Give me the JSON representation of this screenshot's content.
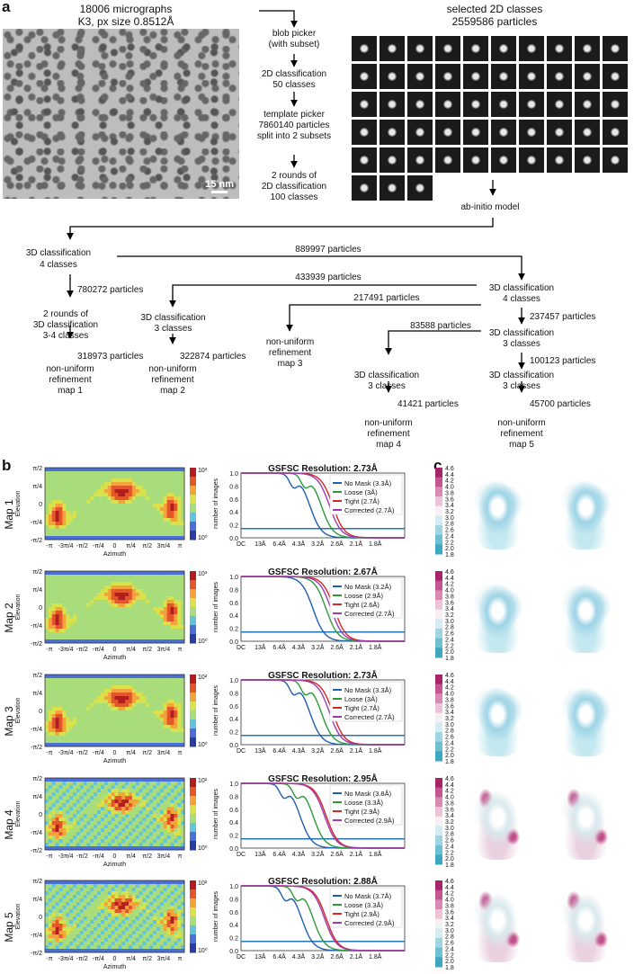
{
  "panel_letters": {
    "a": "a",
    "b": "b",
    "c": "c"
  },
  "panel_a": {
    "micrograph": {
      "title_line1": "18006 micrographs",
      "title_line2": "K3, px size 0.8512Å",
      "scalebar": "15 nm"
    },
    "classes_panel": {
      "title_line1": "selected 2D classes",
      "title_line2": "2559586 particles"
    },
    "workflow": [
      {
        "id": "blob1",
        "text": "blob picker"
      },
      {
        "id": "blob2",
        "text": "(with subset)"
      },
      {
        "id": "c2d1",
        "text": "2D classification"
      },
      {
        "id": "c2d2",
        "text": "50 classes"
      },
      {
        "id": "tp1",
        "text": "template picker"
      },
      {
        "id": "tp2",
        "text": "7860140 particles"
      },
      {
        "id": "tp3",
        "text": "split into 2 subsets"
      },
      {
        "id": "r1",
        "text": "2 rounds of"
      },
      {
        "id": "r2",
        "text": "2D classification"
      },
      {
        "id": "r3",
        "text": "100 classes"
      },
      {
        "id": "abinit",
        "text": "ab-initio model"
      },
      {
        "id": "c3d_1",
        "text": "3D classification"
      },
      {
        "id": "c3d_2",
        "text": "4 classes"
      },
      {
        "id": "p889997",
        "text": "889997 particles"
      },
      {
        "id": "p433939",
        "text": "433939 particles"
      },
      {
        "id": "p780272",
        "text": "780272 particles"
      },
      {
        "id": "rr1",
        "text": "2 rounds of"
      },
      {
        "id": "rr2",
        "text": "3D classification"
      },
      {
        "id": "rr3",
        "text": "3-4 classes"
      },
      {
        "id": "c3b1",
        "text": "3D classification"
      },
      {
        "id": "c3b2",
        "text": "3 classes"
      },
      {
        "id": "p217491",
        "text": "217491 particles"
      },
      {
        "id": "c3r1",
        "text": "3D classification"
      },
      {
        "id": "c3r2",
        "text": "4 classes"
      },
      {
        "id": "p237457",
        "text": "237457 particles"
      },
      {
        "id": "nu3a",
        "text": "non-uniform"
      },
      {
        "id": "nu3b",
        "text": "refinement"
      },
      {
        "id": "nu3c",
        "text": "map 3"
      },
      {
        "id": "p83588",
        "text": "83588 particles"
      },
      {
        "id": "c3c1",
        "text": "3D classification"
      },
      {
        "id": "c3c2",
        "text": "3 classes"
      },
      {
        "id": "p100123",
        "text": "100123 particles"
      },
      {
        "id": "p318973",
        "text": "318973 particles"
      },
      {
        "id": "p322874",
        "text": "322874 particles"
      },
      {
        "id": "nu1a",
        "text": "non-uniform"
      },
      {
        "id": "nu1b",
        "text": "refinement"
      },
      {
        "id": "nu1c",
        "text": "map 1"
      },
      {
        "id": "nu2a",
        "text": "non-uniform"
      },
      {
        "id": "nu2b",
        "text": "refinement"
      },
      {
        "id": "nu2c",
        "text": "map 2"
      },
      {
        "id": "c3d4a",
        "text": "3D classification"
      },
      {
        "id": "c3d4b",
        "text": "3 classes"
      },
      {
        "id": "c3d5a",
        "text": "3D classification"
      },
      {
        "id": "c3d5b",
        "text": "3 classes"
      },
      {
        "id": "p41421",
        "text": "41421 particles"
      },
      {
        "id": "p45700",
        "text": "45700 particles"
      },
      {
        "id": "nu4a",
        "text": "non-uniform"
      },
      {
        "id": "nu4b",
        "text": "refinement"
      },
      {
        "id": "nu4c",
        "text": "map 4"
      },
      {
        "id": "nu5a",
        "text": "non-uniform"
      },
      {
        "id": "nu5b",
        "text": "refinement"
      },
      {
        "id": "nu5c",
        "text": "map 5"
      }
    ]
  },
  "colorbar_c": {
    "ticks": [
      "4.6",
      "4.4",
      "4.2",
      "4.0",
      "3.8",
      "3.6",
      "3.4",
      "3.2",
      "3.0",
      "2.8",
      "2.6",
      "2.4",
      "2.2",
      "2.0",
      "1.8"
    ]
  },
  "viewing_axes": {
    "xticks": [
      "-π",
      "-3π/4",
      "-π/2",
      "-π/4",
      "0",
      "π/4",
      "π/2",
      "3π/4",
      "π"
    ],
    "yticks": [
      "π/2",
      "π/4",
      "0",
      "-π/4",
      "-π/2"
    ],
    "xlabel": "Azimuth",
    "ylabel": "Elevation",
    "cbar_label": "number of images"
  },
  "fsc_axes": {
    "xticks": [
      "DC",
      "13Å",
      "6.4Å",
      "4.3Å",
      "3.2Å",
      "2.6Å",
      "2.1Å",
      "1.8Å"
    ],
    "yticks": [
      "1.0",
      "0.8",
      "0.6",
      "0.4",
      "0.2",
      "0.0"
    ]
  },
  "chart_data": [
    {
      "type": "line",
      "map": "Map 1",
      "title": "GSFSC Resolution: 2.73Å",
      "cbar_max": "10³",
      "cbar_min": "10⁰",
      "series": [
        {
          "name": "No Mask (3.3Å)",
          "color": "#1f5fb0",
          "half_at": 0.42,
          "dip": true
        },
        {
          "name": "Loose (3Å)",
          "color": "#2e9a3a",
          "half_at": 0.49,
          "dip": true
        },
        {
          "name": "Tight (2.7Å)",
          "color": "#d62728",
          "half_at": 0.56,
          "dip": false
        },
        {
          "name": "Corrected (2.7Å)",
          "color": "#9b3db0",
          "half_at": 0.54,
          "dip": false
        }
      ]
    },
    {
      "type": "line",
      "map": "Map 2",
      "title": "GSFSC Resolution: 2.67Å",
      "cbar_max": "10³",
      "cbar_min": "10⁰",
      "series": [
        {
          "name": "No Mask (3.2Å)",
          "color": "#1f5fb0",
          "half_at": 0.44,
          "dip": false
        },
        {
          "name": "Loose (2.9Å)",
          "color": "#2e9a3a",
          "half_at": 0.52,
          "dip": false
        },
        {
          "name": "Tight (2.6Å)",
          "color": "#d62728",
          "half_at": 0.57,
          "dip": false
        },
        {
          "name": "Corrected (2.7Å)",
          "color": "#9b3db0",
          "half_at": 0.55,
          "dip": false
        }
      ]
    },
    {
      "type": "line",
      "map": "Map 3",
      "title": "GSFSC Resolution: 2.73Å",
      "cbar_max": "10²",
      "cbar_min": "10⁰",
      "series": [
        {
          "name": "No Mask (3.3Å)",
          "color": "#1f5fb0",
          "half_at": 0.42,
          "dip": true
        },
        {
          "name": "Loose (3Å)",
          "color": "#2e9a3a",
          "half_at": 0.49,
          "dip": true
        },
        {
          "name": "Tight (2.7Å)",
          "color": "#d62728",
          "half_at": 0.56,
          "dip": false
        },
        {
          "name": "Corrected (2.7Å)",
          "color": "#9b3db0",
          "half_at": 0.54,
          "dip": false
        }
      ]
    },
    {
      "type": "line",
      "map": "Map 4",
      "title": "GSFSC Resolution: 2.95Å",
      "cbar_max": "10²",
      "cbar_min": "10⁰",
      "series": [
        {
          "name": "No Mask (3.8Å)",
          "color": "#1f5fb0",
          "half_at": 0.36,
          "dip": true
        },
        {
          "name": "Loose (3.3Å)",
          "color": "#2e9a3a",
          "half_at": 0.44,
          "dip": true
        },
        {
          "name": "Tight (2.9Å)",
          "color": "#d62728",
          "half_at": 0.52,
          "dip": false
        },
        {
          "name": "Corrected (2.9Å)",
          "color": "#9b3db0",
          "half_at": 0.51,
          "dip": false
        }
      ]
    },
    {
      "type": "line",
      "map": "Map 5",
      "title": "GSFSC Resolution: 2.88Å",
      "cbar_max": "10²",
      "cbar_min": "10⁰",
      "series": [
        {
          "name": "No Mask (3.7Å)",
          "color": "#1f5fb0",
          "half_at": 0.37,
          "dip": true
        },
        {
          "name": "Loose (3.3Å)",
          "color": "#2e9a3a",
          "half_at": 0.44,
          "dip": true
        },
        {
          "name": "Tight (2.9Å)",
          "color": "#d62728",
          "half_at": 0.52,
          "dip": false
        },
        {
          "name": "Corrected (2.9Å)",
          "color": "#9b3db0",
          "half_at": 0.51,
          "dip": false
        }
      ]
    }
  ],
  "colors": {
    "fsc_threshold": "#1f77b4",
    "arrow": "#000000"
  }
}
